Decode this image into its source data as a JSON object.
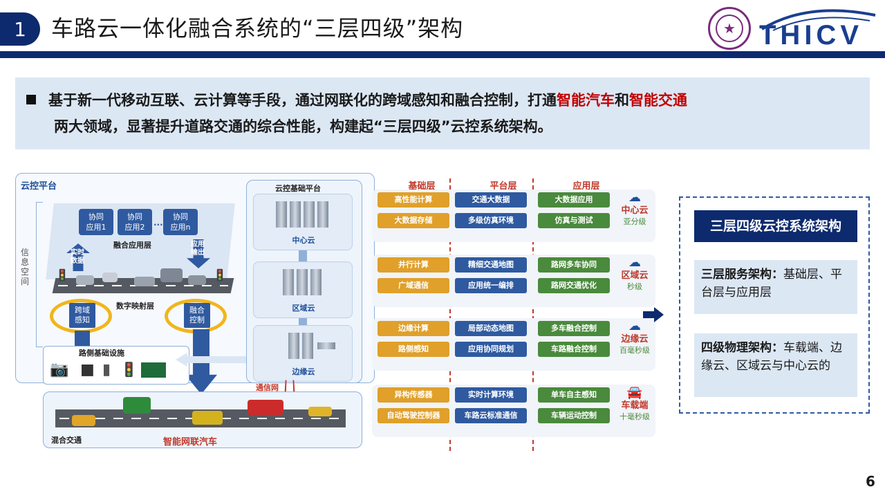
{
  "header": {
    "number": "1",
    "title": "车路云一体化融合系统的“三层四级”架构",
    "logo_text": "THICV"
  },
  "intro": {
    "line1_pre": "基于新一代移动互联、云计算等手段，通过网联化的跨域感知和融合控制，打通",
    "line1_red1": "智能汽车",
    "line1_mid": "和",
    "line1_red2": "智能交通",
    "line2": "两大领域，显著提升道路交通的综合性能，构建起“三层四级”云控系统架构。"
  },
  "diagram": {
    "cloud_platform": "云控平台",
    "base_platform": "云控基础平台",
    "info_space": "信息空间",
    "app_boxes": [
      "协同\n应用1",
      "协同\n应用2",
      "协同\n应用n"
    ],
    "ellipsis": "···",
    "fusion_app_layer": "融合应用层",
    "realtime_data": "实时\n数据",
    "app_output": "应用\n输出",
    "digital_map_layer": "数字映射层",
    "cross_domain": "跨域\n感知",
    "fusion_control": "融合\n控制",
    "roadside": "路侧基础设施",
    "comm_net": "通信网",
    "mixed_traffic": "混合交通",
    "icv": "智能网联汽车",
    "tiers": [
      "中心云",
      "区域云",
      "边缘云"
    ],
    "columns": [
      "基础层",
      "平台层",
      "应用层"
    ],
    "rows": [
      {
        "base": [
          "高性能计算",
          "大数据存储"
        ],
        "plat": [
          "交通大数据",
          "多级仿真环境"
        ],
        "app": [
          "大数据应用",
          "仿真与测试"
        ],
        "level": "中心云",
        "level_sub": "亚分级",
        "icon": "server-cloud-icon"
      },
      {
        "base": [
          "并行计算",
          "广域通信"
        ],
        "plat": [
          "精细交通地图",
          "应用统一编排"
        ],
        "app": [
          "路网多车协同",
          "路网交通优化"
        ],
        "level": "区域云",
        "level_sub": "秒级",
        "icon": "network-cloud-icon"
      },
      {
        "base": [
          "边缘计算",
          "路侧感知"
        ],
        "plat": [
          "局部动态地图",
          "应用协同规划"
        ],
        "app": [
          "多车融合控制",
          "车路融合控制"
        ],
        "level": "边缘云",
        "level_sub": "百毫秒级",
        "icon": "edge-cloud-icon"
      },
      {
        "base": [
          "异构传感器",
          "自动驾驶控制器"
        ],
        "plat": [
          "实时计算环境",
          "车路云标准通信"
        ],
        "app": [
          "单车自主感知",
          "车辆运动控制"
        ],
        "level": "车载端",
        "level_sub": "十毫秒级",
        "icon": "vehicle-icon"
      }
    ]
  },
  "summary": {
    "title": "三层四级云控系统架构",
    "b1_bold": "三层服务架构：",
    "b1_text": "基础层、平台层与应用层",
    "b2_bold": "四级物理架构：",
    "b2_text": "车载端、边缘云、区域云与中心云的"
  },
  "page_number": "6",
  "colors": {
    "navy": "#0d2a6e",
    "red": "#c00000",
    "base_cell": "#e0a02a",
    "plat_cell": "#2f5aa0",
    "app_cell": "#4a8a3c",
    "highlight_ring": "#f1b51d"
  }
}
